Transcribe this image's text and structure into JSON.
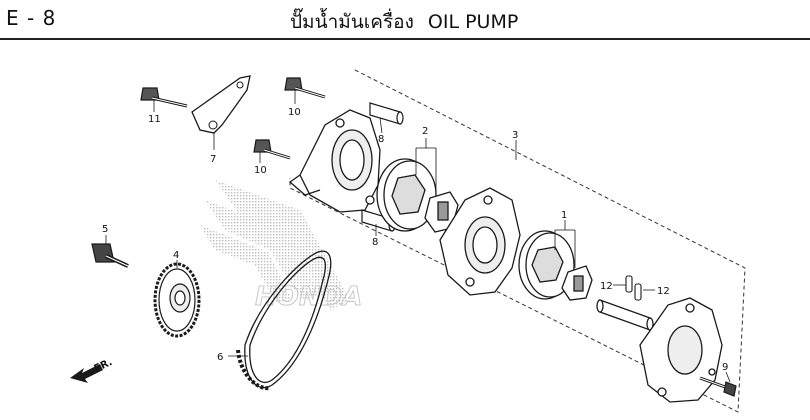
{
  "header": {
    "page_code": "E - 8",
    "title_th": "ปั๊มน้ำมันเครื่อง",
    "title_en": "OIL PUMP"
  },
  "callouts": {
    "c1": "1",
    "c2": "2",
    "c3": "3",
    "c4": "4",
    "c5": "5",
    "c6": "6",
    "c7": "7",
    "c8a": "8",
    "c8b": "8",
    "c9": "9",
    "c10a": "10",
    "c10b": "10",
    "c11": "11",
    "c12a": "12",
    "c12b": "12"
  },
  "direction": {
    "label": "FR."
  },
  "watermark": {
    "text": "HONDA"
  },
  "colors": {
    "ink": "#1a1a1a",
    "watermark": "#c8c8c8"
  }
}
